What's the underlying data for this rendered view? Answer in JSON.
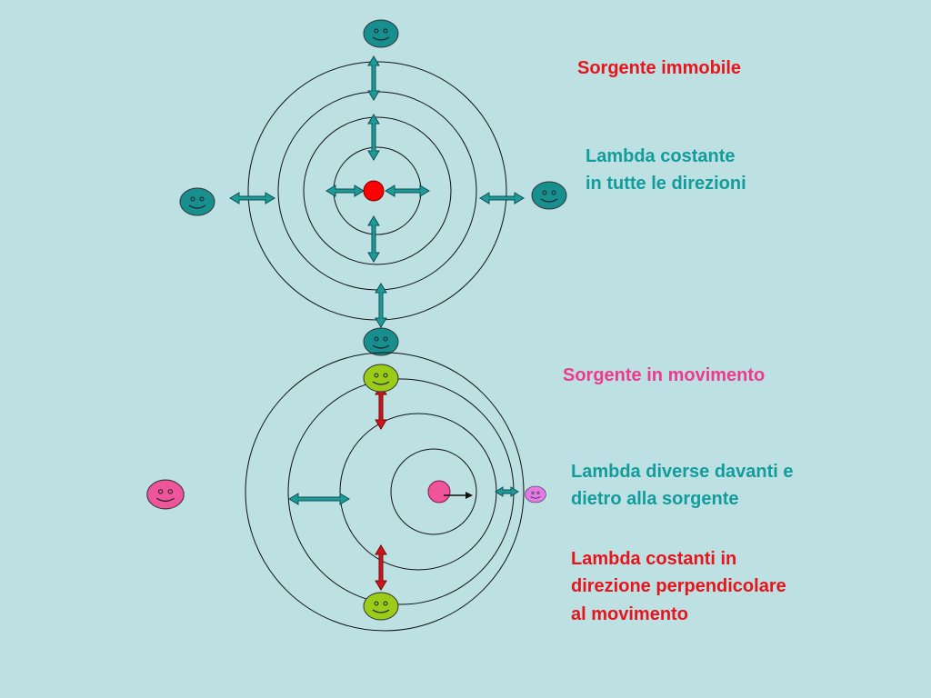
{
  "labels": {
    "source_stationary": "Sorgente immobile",
    "constant_lambda_line1": "Lambda costante",
    "constant_lambda_line2": "in tutte le direzioni",
    "source_moving": "Sorgente in movimento",
    "diff_lambda_line1": "Lambda diverse davanti e",
    "diff_lambda_line2": "dietro alla sorgente",
    "perp_lambda_line1": "Lambda costanti in",
    "perp_lambda_line2": "direzione perpendicolare",
    "perp_lambda_line3": "al movimento"
  },
  "colors": {
    "background": "#bde0e3",
    "teal_face": "#178f8f",
    "green_face": "#9ccc1a",
    "pink_face": "#f0559c",
    "violet_face": "#e37be6",
    "source_red": "#ff0000",
    "source_pink": "#f0559c",
    "teal_arrow": "#1f9a9a",
    "red_arrow": "#d0141c",
    "label_red": "#e8141b",
    "label_teal": "#139c9c",
    "label_pink": "#ee3a8e"
  }
}
